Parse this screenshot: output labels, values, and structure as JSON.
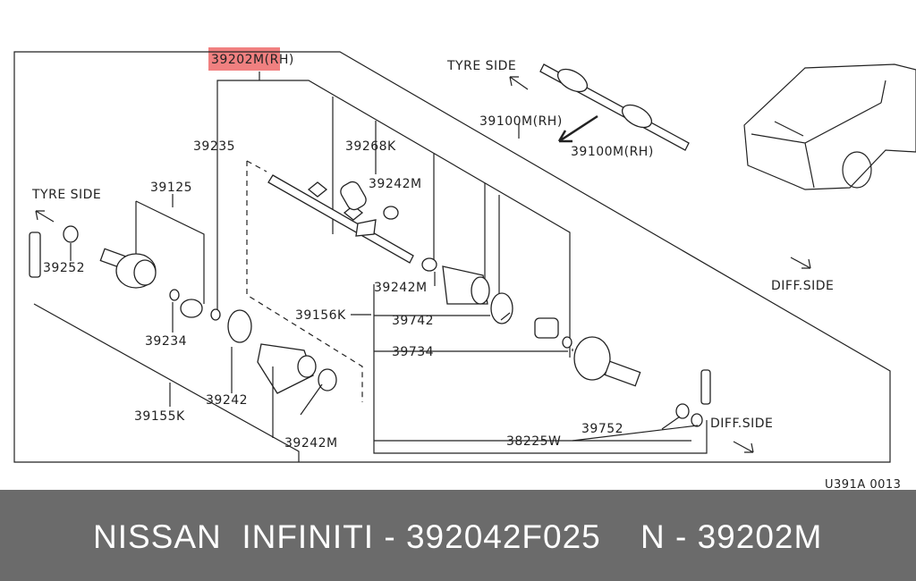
{
  "diagram": {
    "highlight_color": "#f08080",
    "top_label": {
      "code": "39202",
      "suffix": "M(RH)"
    },
    "side_labels": {
      "tyre_left": "TYRE SIDE",
      "tyre_top": "TYRE SIDE",
      "diff_right": "DIFF.SIDE",
      "diff_bottom": "DIFF.SIDE"
    },
    "part_numbers": {
      "p39235": "39235",
      "p39268k": "39268K",
      "p39242m_top": "39242M",
      "p39125": "39125",
      "p39252": "39252",
      "p39234": "39234",
      "p39155k": "39155K",
      "p39242": "39242",
      "p39242m_bottom": "39242M",
      "p39242m_mid": "39242M",
      "p39156k": "39156K",
      "p39742": "39742",
      "p39734": "39734",
      "p39752": "39752",
      "p38225w": "38225W",
      "p39100m_a": "39100M(RH)",
      "p39100m_b": "39100M(RH)"
    },
    "figure_code": "U391A 0013"
  },
  "footer": {
    "left": "NISSAN  INFINITI - 392042F025",
    "right": "N - 39202M"
  }
}
